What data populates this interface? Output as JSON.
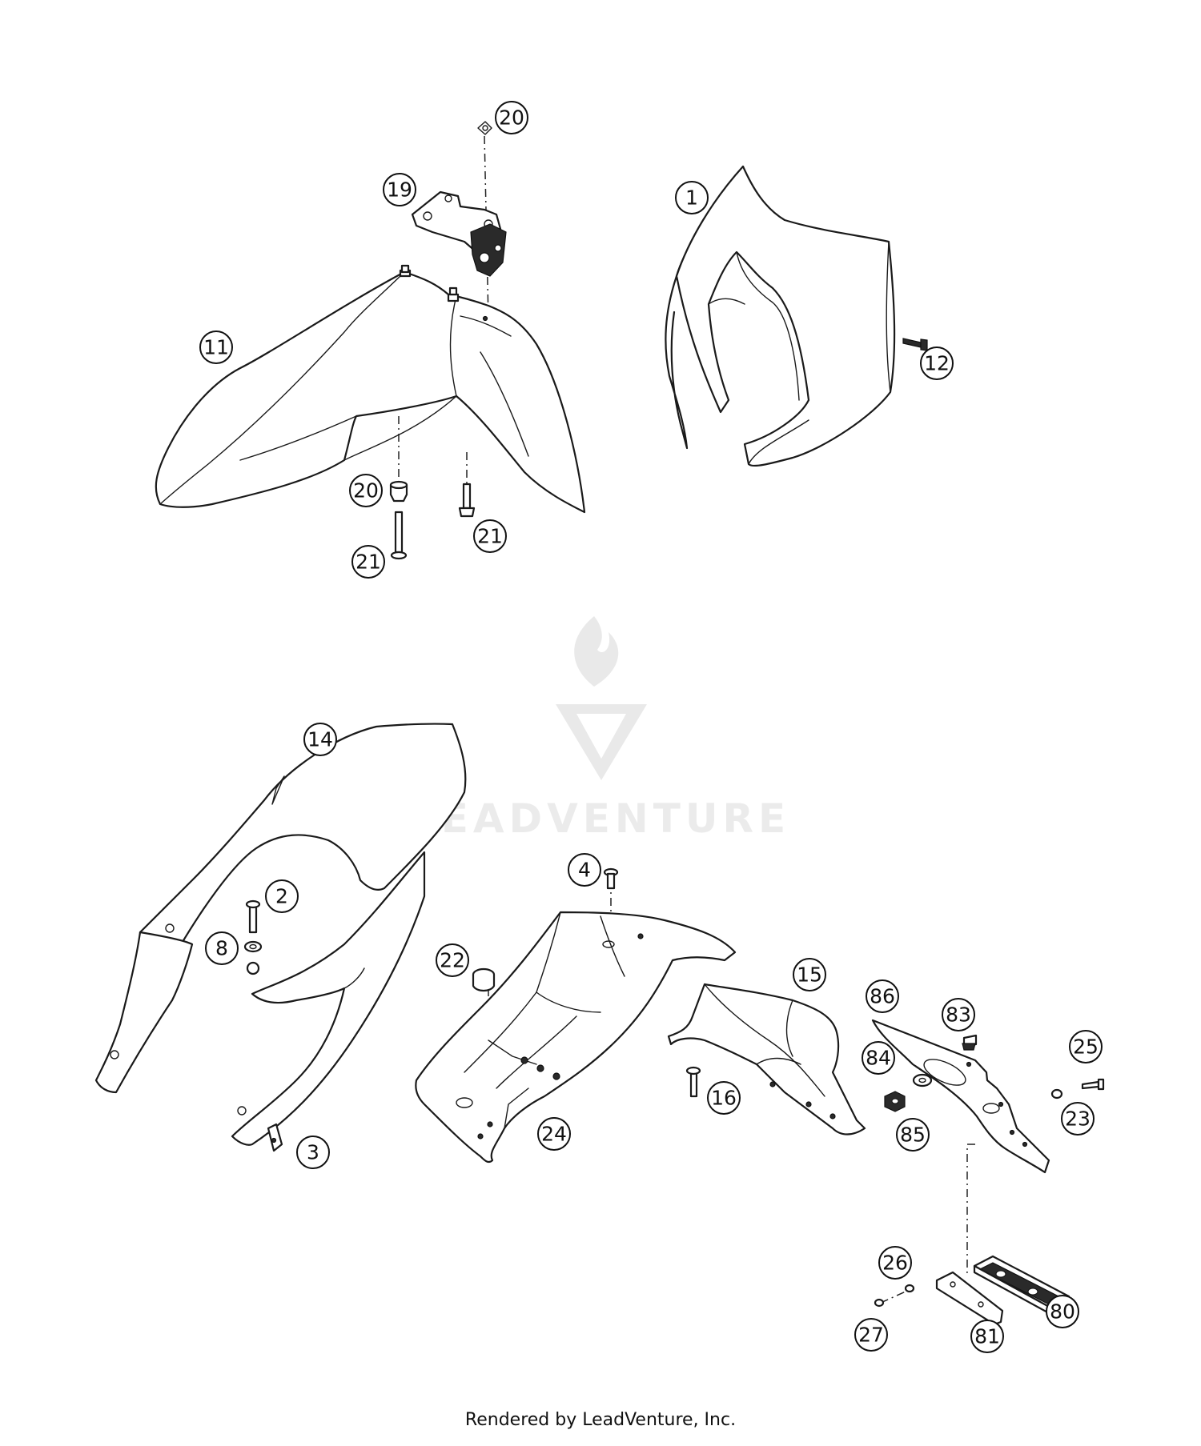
{
  "watermark": {
    "text": "LEADVENTURE"
  },
  "footer": {
    "credit": "Rendered by LeadVenture, Inc."
  },
  "callouts": [
    {
      "id": "c20a",
      "label": "20"
    },
    {
      "id": "c19",
      "label": "19"
    },
    {
      "id": "c1",
      "label": "1"
    },
    {
      "id": "c11",
      "label": "11"
    },
    {
      "id": "c12",
      "label": "12"
    },
    {
      "id": "c20b",
      "label": "20"
    },
    {
      "id": "c21a",
      "label": "21"
    },
    {
      "id": "c21b",
      "label": "21"
    },
    {
      "id": "c14",
      "label": "14"
    },
    {
      "id": "c4",
      "label": "4"
    },
    {
      "id": "c2",
      "label": "2"
    },
    {
      "id": "c8",
      "label": "8"
    },
    {
      "id": "c22",
      "label": "22"
    },
    {
      "id": "c15",
      "label": "15"
    },
    {
      "id": "c86",
      "label": "86"
    },
    {
      "id": "c83",
      "label": "83"
    },
    {
      "id": "c25",
      "label": "25"
    },
    {
      "id": "c84",
      "label": "84"
    },
    {
      "id": "c16",
      "label": "16"
    },
    {
      "id": "c23",
      "label": "23"
    },
    {
      "id": "c85",
      "label": "85"
    },
    {
      "id": "c24",
      "label": "24"
    },
    {
      "id": "c3",
      "label": "3"
    },
    {
      "id": "c26",
      "label": "26"
    },
    {
      "id": "c80",
      "label": "80"
    },
    {
      "id": "c27",
      "label": "27"
    },
    {
      "id": "c81",
      "label": "81"
    }
  ]
}
